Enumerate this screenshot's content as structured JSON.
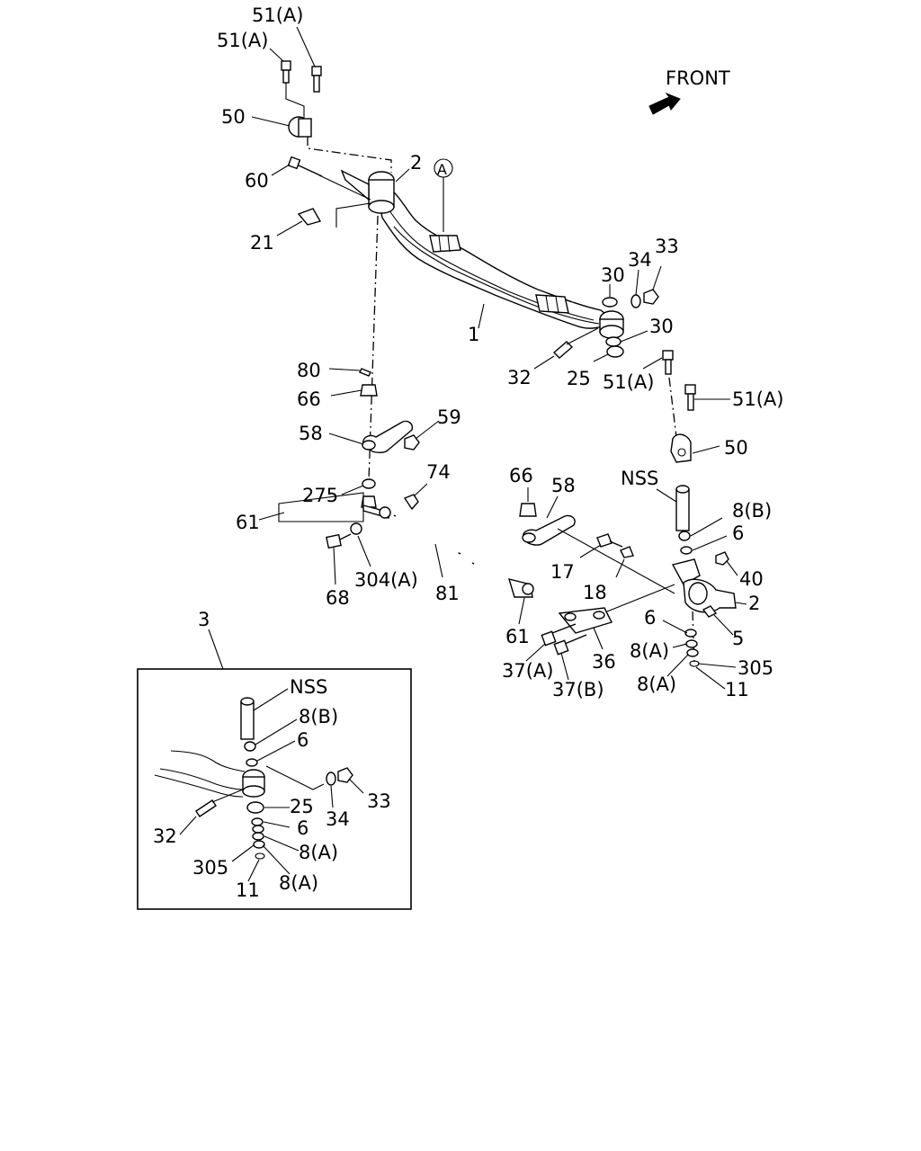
{
  "front_label": "FRONT",
  "callouts": {
    "c51a_1": "51(A)",
    "c51a_2": "51(A)",
    "c50_top": "50",
    "c60": "60",
    "c2_top": "2",
    "cA": "A",
    "c21": "21",
    "c1": "1",
    "c30_a": "30",
    "c34_top": "34",
    "c33_top": "33",
    "c30_b": "30",
    "c32_top": "32",
    "c25_top": "25",
    "c51a_3": "51(A)",
    "c51a_4": "51(A)",
    "c80": "80",
    "c66_l": "66",
    "c58_l": "58",
    "c59": "59",
    "c275": "275",
    "c61_l": "61",
    "c74": "74",
    "c68": "68",
    "c304a": "304(A)",
    "c81": "81",
    "c61_r": "61",
    "c66_r": "66",
    "c58_r": "58",
    "c17": "17",
    "c18": "18",
    "c50_r": "50",
    "cNSS_r": "NSS",
    "c8b_r": "8(B)",
    "c6_r1": "6",
    "c40": "40",
    "c2_r": "2",
    "c5": "5",
    "c6_r2": "6",
    "c8a_r1": "8(A)",
    "c305_r": "305",
    "c8a_r2": "8(A)",
    "c11_r": "11",
    "c36": "36",
    "c37a": "37(A)",
    "c37b": "37(B)",
    "c3": "3",
    "inset": {
      "nss": "NSS",
      "c8b": "8(B)",
      "c6a": "6",
      "c25": "25",
      "c32": "32",
      "c34": "34",
      "c33": "33",
      "c6b": "6",
      "c8a1": "8(A)",
      "c305": "305",
      "c11": "11",
      "c8a2": "8(A)"
    }
  }
}
